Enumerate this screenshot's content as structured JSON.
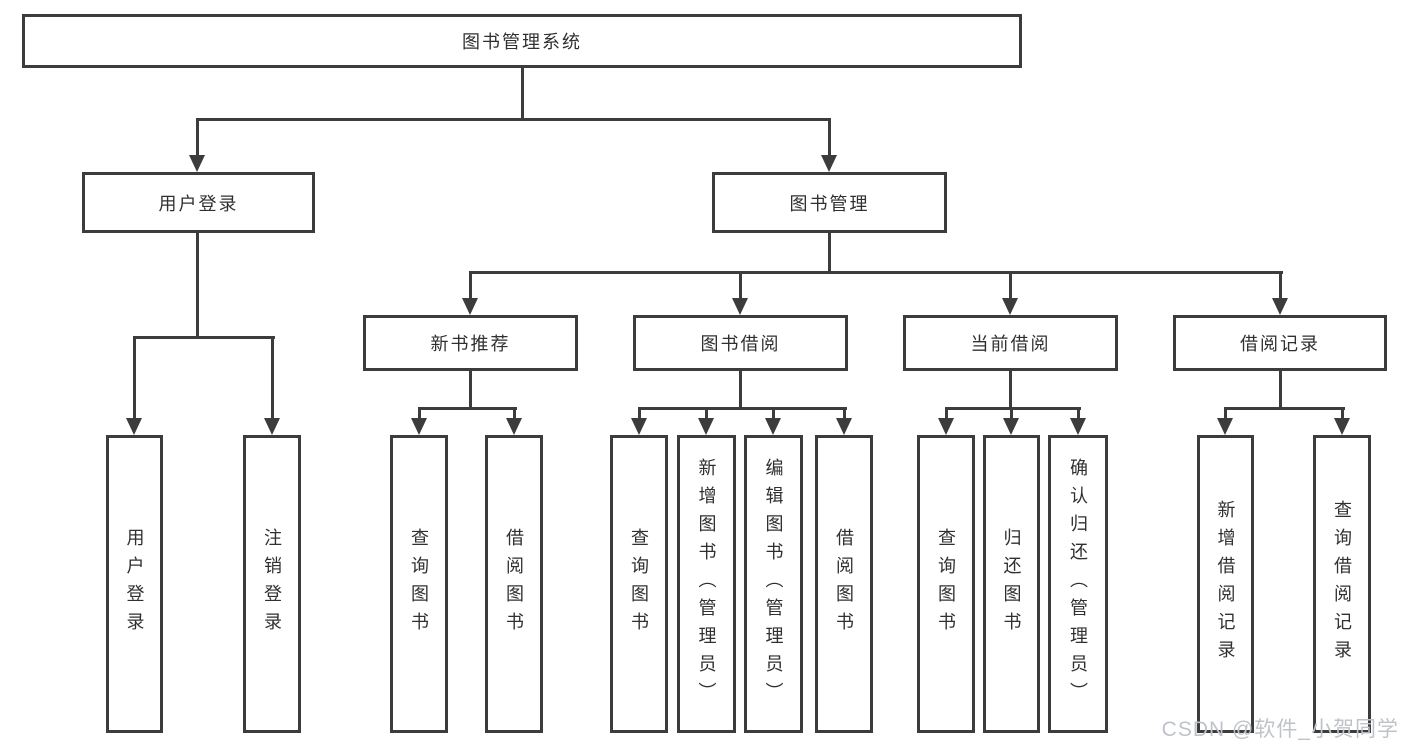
{
  "diagram": {
    "title": "图书管理系统",
    "nodes": {
      "root": "图书管理系统",
      "user_login": "用户登录",
      "book_mgmt": "图书管理",
      "new_book_rec": "新书推荐",
      "book_borrow": "图书借阅",
      "current_borrow": "当前借阅",
      "borrow_records": "借阅记录",
      "ul_leaves": [
        "用户登录",
        "注销登录"
      ],
      "nb_leaves": [
        "查询图书",
        "借阅图书"
      ],
      "bb_leaves": [
        "查询图书",
        "新增图书（管理员）",
        "编辑图书（管理员）",
        "借阅图书"
      ],
      "cb_leaves": [
        "查询图书",
        "归还图书",
        "确认归还（管理员）"
      ],
      "br_leaves": [
        "新增借阅记录",
        "查询借阅记录"
      ]
    },
    "colors": {
      "stroke": "#3c3c3c",
      "text": "#303030",
      "watermark": "#bfc3c9",
      "background": "#ffffff"
    }
  },
  "watermark": "CSDN @软件_小贺同学"
}
